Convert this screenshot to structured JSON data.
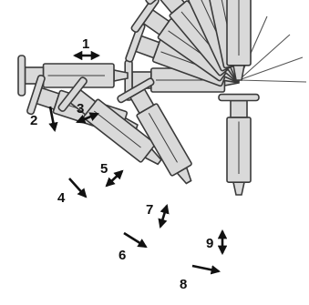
{
  "colors": {
    "syringe_fill": "#d9d9d9",
    "syringe_stroke": "#3a3a3a",
    "needle_line": "#555555",
    "arrow": "#111111",
    "background": "#ffffff"
  },
  "steps": [
    {
      "label": "1",
      "arrow": "double-horizontal"
    },
    {
      "label": "2",
      "arrow": "single-down"
    },
    {
      "label": "3",
      "arrow": "double-diagonal"
    },
    {
      "label": "4",
      "arrow": "single-down-right"
    },
    {
      "label": "5",
      "arrow": "double-diagonal"
    },
    {
      "label": "6",
      "arrow": "single-right"
    },
    {
      "label": "7",
      "arrow": "double-diagonal"
    },
    {
      "label": "8",
      "arrow": "single-right"
    },
    {
      "label": "9",
      "arrow": "double-vertical"
    }
  ]
}
